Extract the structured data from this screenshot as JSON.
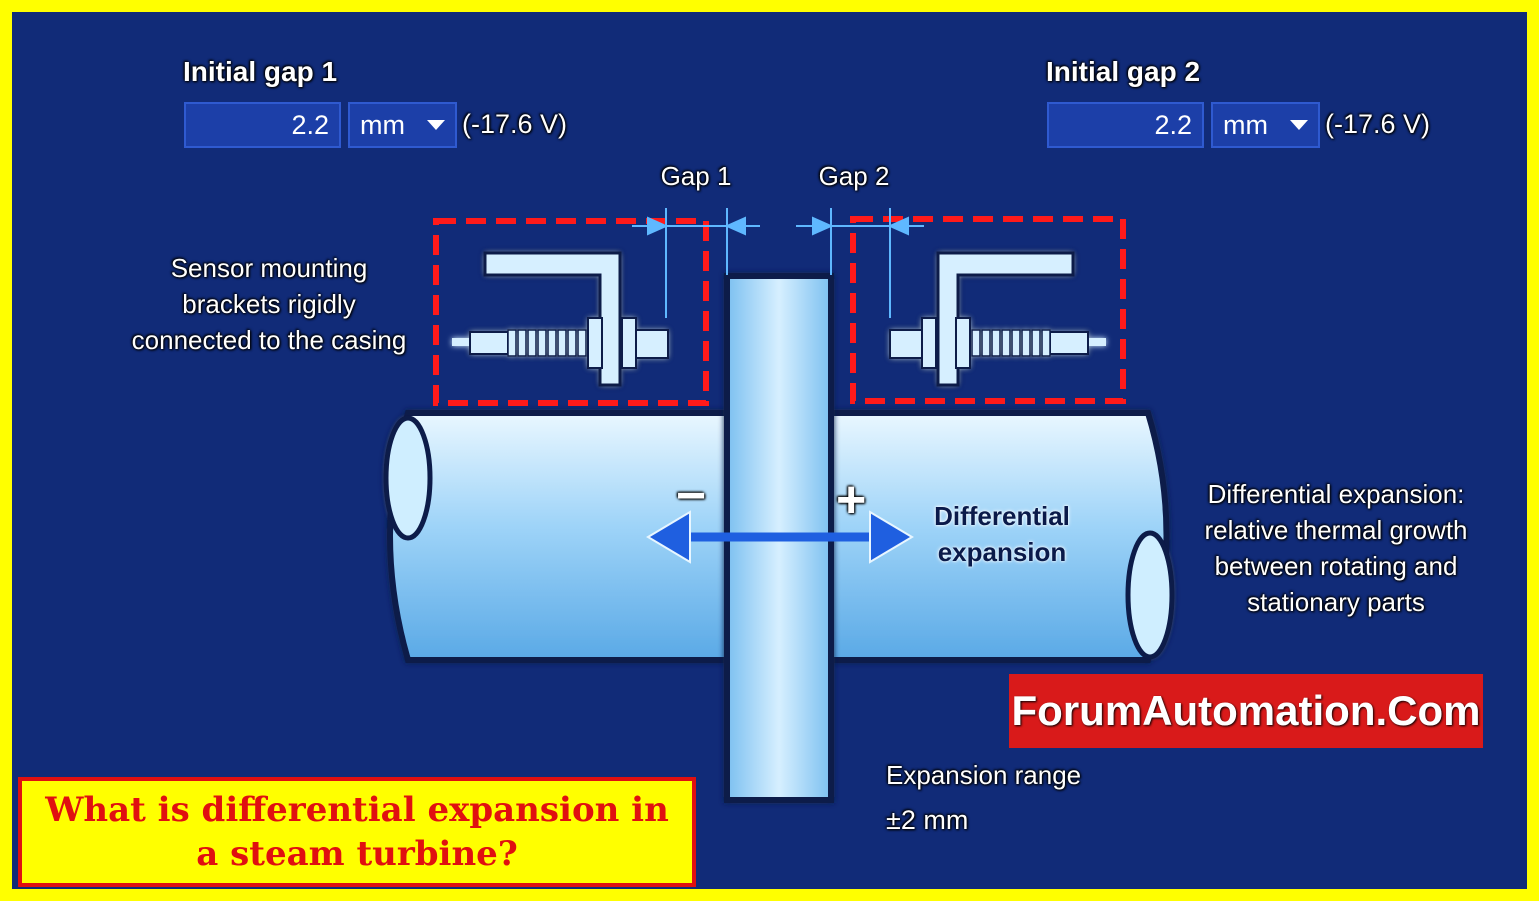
{
  "gap1_control": {
    "label": "Initial gap 1",
    "value": "2.2",
    "unit": "mm",
    "voltage": "(-17.6 V)"
  },
  "gap2_control": {
    "label": "Initial gap 2",
    "value": "2.2",
    "unit": "mm",
    "voltage": "(-17.6 V)"
  },
  "diagram": {
    "gap1_label": "Gap 1",
    "gap2_label": "Gap 2",
    "sensor_note": [
      "Sensor mounting",
      "brackets rigidly",
      "connected to the casing"
    ],
    "minus_sign": "−",
    "plus_sign": "+",
    "expansion_label": [
      "Differential",
      "expansion"
    ],
    "definition": [
      "Differential expansion:",
      "relative thermal growth",
      "between rotating and",
      "stationary parts"
    ],
    "range_label": "Expansion range",
    "range_value": "±2 mm"
  },
  "brand": "ForumAutomation.Com",
  "title": [
    "What is differential expansion in",
    "a steam turbine?"
  ],
  "colors": {
    "border": "#ffff00",
    "background": "#112b78",
    "accent_red": "#e01010",
    "shaft": "#bfe6ff",
    "arrow": "#1f5fe0"
  }
}
